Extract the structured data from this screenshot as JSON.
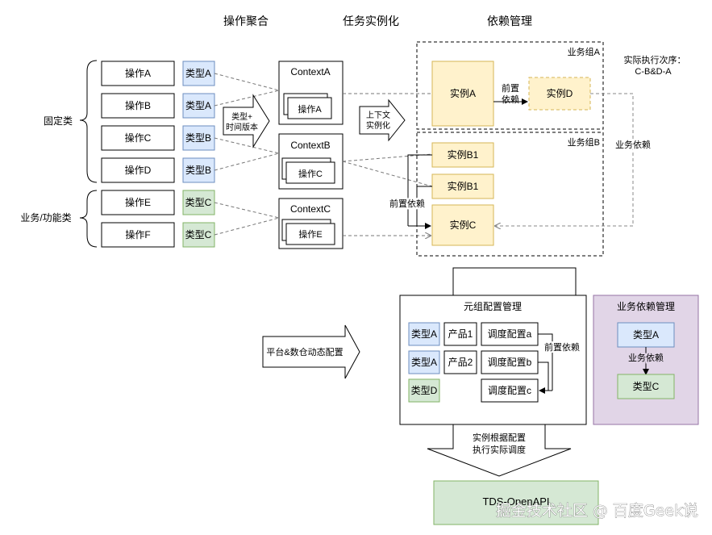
{
  "headers": {
    "ops": "操作聚合",
    "tasks": "任务实例化",
    "deps": "依赖管理"
  },
  "categories": {
    "fixed": "固定类",
    "business": "业务/功能类"
  },
  "operations": [
    {
      "label": "操作A",
      "type": "类型A",
      "type_color": "#dae8fc"
    },
    {
      "label": "操作B",
      "type": "类型A",
      "type_color": "#dae8fc"
    },
    {
      "label": "操作C",
      "type": "类型B",
      "type_color": "#dae8fc"
    },
    {
      "label": "操作D",
      "type": "类型B",
      "type_color": "#dae8fc"
    },
    {
      "label": "操作E",
      "type": "类型C",
      "type_color": "#d5e8d4"
    },
    {
      "label": "操作F",
      "type": "类型C",
      "type_color": "#d5e8d4"
    }
  ],
  "arrow1": {
    "line1": "类型+",
    "line2": "时间版本"
  },
  "arrow2": {
    "line1": "上下文",
    "line2": "实例化"
  },
  "contexts": [
    {
      "title": "ContextA",
      "inner": "操作A"
    },
    {
      "title": "ContextB",
      "inner": "操作C"
    },
    {
      "title": "ContextC",
      "inner": "操作E"
    }
  ],
  "groupA": {
    "label": "业务组A",
    "instanceA": "实例A",
    "instanceD": "实例D",
    "dep_line1": "前置",
    "dep_line2": "依赖"
  },
  "groupB": {
    "label": "业务组B",
    "instanceB1a": "实例B1",
    "instanceB1b": "实例B1",
    "instanceC": "实例C",
    "dep_label": "前置依赖"
  },
  "exec_order": {
    "line1": "实际执行次序：",
    "line2": "C-B&D-A"
  },
  "business_dep_label": "业务依赖",
  "platform_arrow": "平台&数仓动态配置",
  "tuple_config": {
    "title": "元组配置管理",
    "rows": [
      {
        "type": "类型A",
        "type_color": "#dae8fc",
        "product": "产品1",
        "schedule": "调度配置a"
      },
      {
        "type": "类型A",
        "type_color": "#dae8fc",
        "product": "产品2",
        "schedule": "调度配置b"
      },
      {
        "type": "类型D",
        "type_color": "#d5e8d4",
        "product": "",
        "schedule": "调度配置c"
      }
    ],
    "dep_label": "前置依赖"
  },
  "biz_dep_mgmt": {
    "title": "业务依赖管理",
    "top": "类型A",
    "dep": "业务依赖",
    "bottom": "类型C"
  },
  "down_arrow": {
    "line1": "实例根据配置",
    "line2": "执行实际调度"
  },
  "tds_label": "TDS-OpenAPI",
  "watermark": "掘金技术社区 @ 百度Geek说",
  "colors": {
    "blue_fill": "#dae8fc",
    "blue_stroke": "#6c8ebf",
    "green_fill": "#d5e8d4",
    "green_stroke": "#82b366",
    "yellow_fill": "#fff2cc",
    "yellow_stroke": "#d6b656",
    "purple_fill": "#e1d5e7",
    "purple_stroke": "#9673a6"
  }
}
